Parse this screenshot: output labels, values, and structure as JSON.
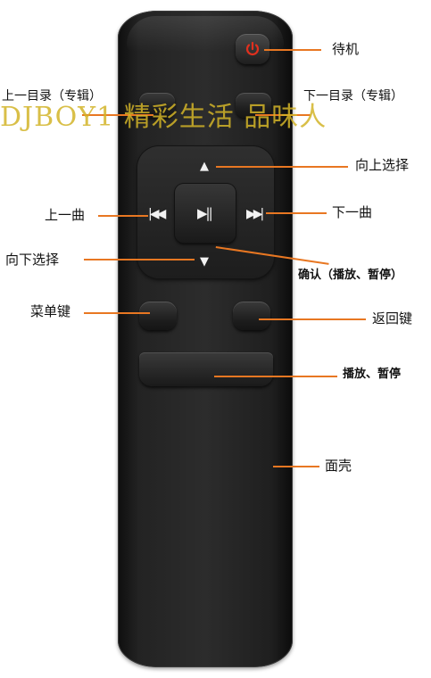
{
  "labels": {
    "standby": "待机",
    "prev_album": "上一目录（专辑）",
    "next_album": "下一目录（专辑）",
    "up_select": "向上选择",
    "prev_track": "上一曲",
    "next_track": "下一曲",
    "down_select": "向下选择",
    "confirm": "确认（播放、暂停）",
    "menu_key": "菜单键",
    "back_key": "返回键",
    "play_pause": "播放、暂停",
    "panel": "面壳"
  },
  "watermark": "DJBOY1 精彩生活 品味人",
  "colors": {
    "leader": "#e87722",
    "power_icon": "#e0301e",
    "remote_body": "#232323",
    "watermark": "#d2b428"
  },
  "icons": {
    "power": "power-icon",
    "up": "triangle-up-icon",
    "down": "triangle-down-icon",
    "prev": "skip-previous-icon",
    "next": "skip-next-icon",
    "play_pause": "play-pause-icon"
  }
}
